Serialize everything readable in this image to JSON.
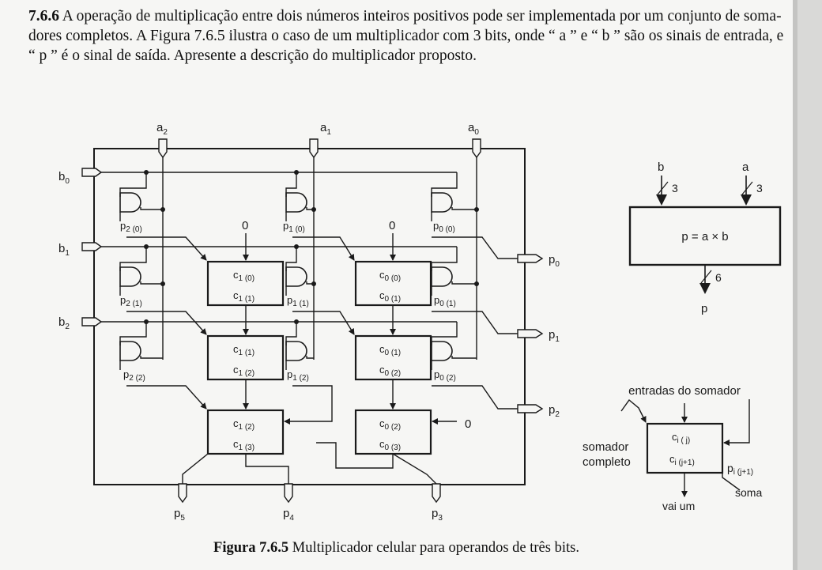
{
  "paragraph": {
    "number": "7.6.6",
    "line1": " A operação de multiplicação entre dois números inteiros positivos pode ser implementada por um conjunto de soma-",
    "line2": "dores completos. A Figura 7.6.5 ilustra o caso de um multiplicador com 3 bits, onde “ a ” e “ b ” são os sinais de entrada, e",
    "line3": "“ p ” é o sinal de saída. Apresente a descrição do multiplicador proposto."
  },
  "circuit": {
    "inputs_a": [
      "a",
      "a",
      "a"
    ],
    "inputs_a_sub": [
      "2",
      "1",
      "0"
    ],
    "inputs_b": [
      "b",
      "b",
      "b"
    ],
    "inputs_b_sub": [
      "0",
      "1",
      "2"
    ],
    "outputs_right": [
      "p",
      "p",
      "p"
    ],
    "outputs_right_sub": [
      "0",
      "1",
      "2"
    ],
    "outputs_bottom": [
      "p",
      "p",
      "p"
    ],
    "outputs_bottom_sub": [
      "5",
      "4",
      "3"
    ],
    "zero": "0",
    "partial_labels": {
      "p20": [
        "p",
        "2 (0)"
      ],
      "p10": [
        "p",
        "1 (0)"
      ],
      "p00": [
        "p",
        "0 (0)"
      ],
      "p21": [
        "p",
        "2 (1)"
      ],
      "p11": [
        "p",
        "1 (1)"
      ],
      "p01": [
        "p",
        "0 (1)"
      ],
      "p22": [
        "p",
        "2 (2)"
      ],
      "p12": [
        "p",
        "1 (2)"
      ],
      "p02": [
        "p",
        "0 (2)"
      ]
    },
    "adders": {
      "r0c1": [
        "c",
        "1 (0)",
        "c",
        "1 (1)"
      ],
      "r0c0": [
        "c",
        "0 (0)",
        "c",
        "0 (1)"
      ],
      "r1c1": [
        "c",
        "1 (1)",
        "c",
        "1 (2)"
      ],
      "r1c0": [
        "c",
        "0 (1)",
        "c",
        "0 (2)"
      ],
      "r2c1": [
        "c",
        "1 (2)",
        "c",
        "1 (3)"
      ],
      "r2c0": [
        "c",
        "0 (2)",
        "c",
        "0 (3)"
      ]
    }
  },
  "block": {
    "b": "b",
    "a": "a",
    "width_b": "3",
    "width_a": "3",
    "function": "p = a × b",
    "width_p": "6",
    "p": "p"
  },
  "legend": {
    "title": "entradas do somador",
    "left_label_1": "somador",
    "left_label_2": "completo",
    "c_top": "c",
    "c_top_sub": "i ( j)",
    "c_bot": "c",
    "c_bot_sub": "i (j+1)",
    "p_out": "p",
    "p_out_sub": "i (j+1)",
    "soma": "soma",
    "vai_um": "vai um"
  },
  "caption": {
    "bold": "Figura 7.6.5",
    "text": " Multiplicador celular para operandos de três bits."
  }
}
